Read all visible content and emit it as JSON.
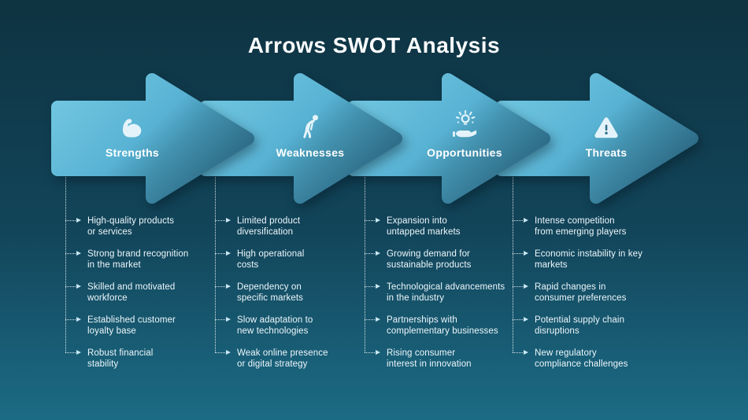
{
  "title": "Arrows SWOT Analysis",
  "colors": {
    "bg-top": "#0e3341",
    "bg-bottom": "#1c6b85",
    "arrow-light": "#70c6e0",
    "arrow-mid": "#58b2d3",
    "arrow-teal": "#4291ae",
    "arrow-dark": "#265d78",
    "icon": "#e4f3fa",
    "exclaim": "#2f7089",
    "text": "#eef7fb",
    "marker": "#c9e7f3"
  },
  "arrows": [
    {
      "label": "Strengths",
      "icon": "muscle-icon",
      "items": [
        "High-quality products\nor services",
        "Strong brand recognition\nin the market",
        "Skilled and motivated\nworkforce",
        "Established customer\nloyalty base",
        "Robust financial\nstability"
      ]
    },
    {
      "label": "Weaknesses",
      "icon": "slouched-person-icon",
      "items": [
        "Limited product\ndiversification",
        "High operational\ncosts",
        "Dependency on\nspecific markets",
        "Slow adaptation to\nnew technologies",
        "Weak online presence\nor digital strategy"
      ]
    },
    {
      "label": "Opportunities",
      "icon": "hand-holding-bulb-icon",
      "items": [
        "Expansion into\nuntapped markets",
        "Growing demand for\nsustainable products",
        "Technological advancements\nin the industry",
        "Partnerships with\ncomplementary businesses",
        "Rising consumer\ninterest in innovation"
      ]
    },
    {
      "label": "Threats",
      "icon": "warning-triangle-icon",
      "items": [
        "Intense competition\nfrom emerging players",
        "Economic instability in key\nmarkets",
        "Rapid changes in\nconsumer preferences",
        "Potential supply chain\ndisruptions",
        "New regulatory\ncompliance challenges"
      ]
    }
  ]
}
